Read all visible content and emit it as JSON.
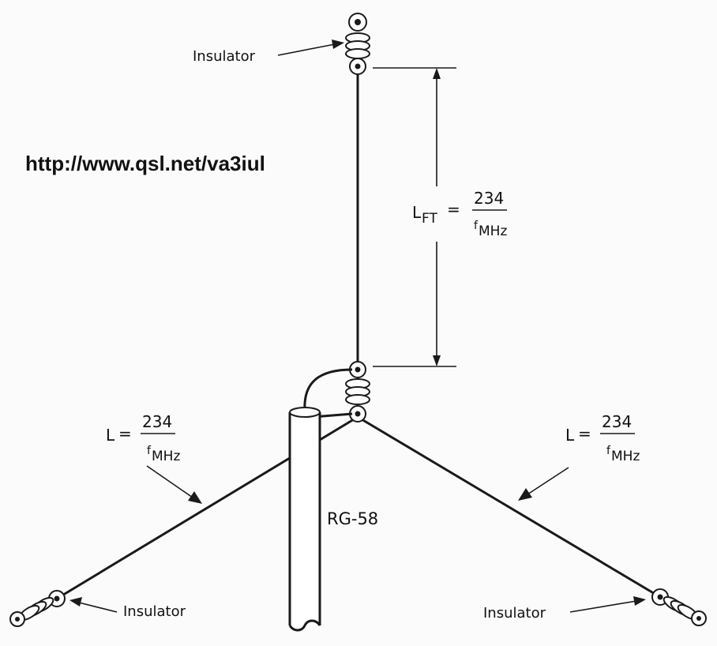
{
  "labels": {
    "url": "http://www.qsl.net/va3iul",
    "insulator_top": "Insulator",
    "insulator_left": "Insulator",
    "insulator_right": "Insulator",
    "coax": "RG-58"
  },
  "formulas": {
    "vertical": {
      "lhs": "L",
      "lhs_sub": "FT",
      "eq": "=",
      "numerator": "234",
      "den_main": "f",
      "den_sub": "MHz"
    },
    "left_radial": {
      "lhs": "L",
      "eq": "=",
      "numerator": "234",
      "den_main": "f",
      "den_sub": "MHz"
    },
    "right_radial": {
      "lhs": "L",
      "eq": "=",
      "numerator": "234",
      "den_main": "f",
      "den_sub": "MHz"
    }
  }
}
